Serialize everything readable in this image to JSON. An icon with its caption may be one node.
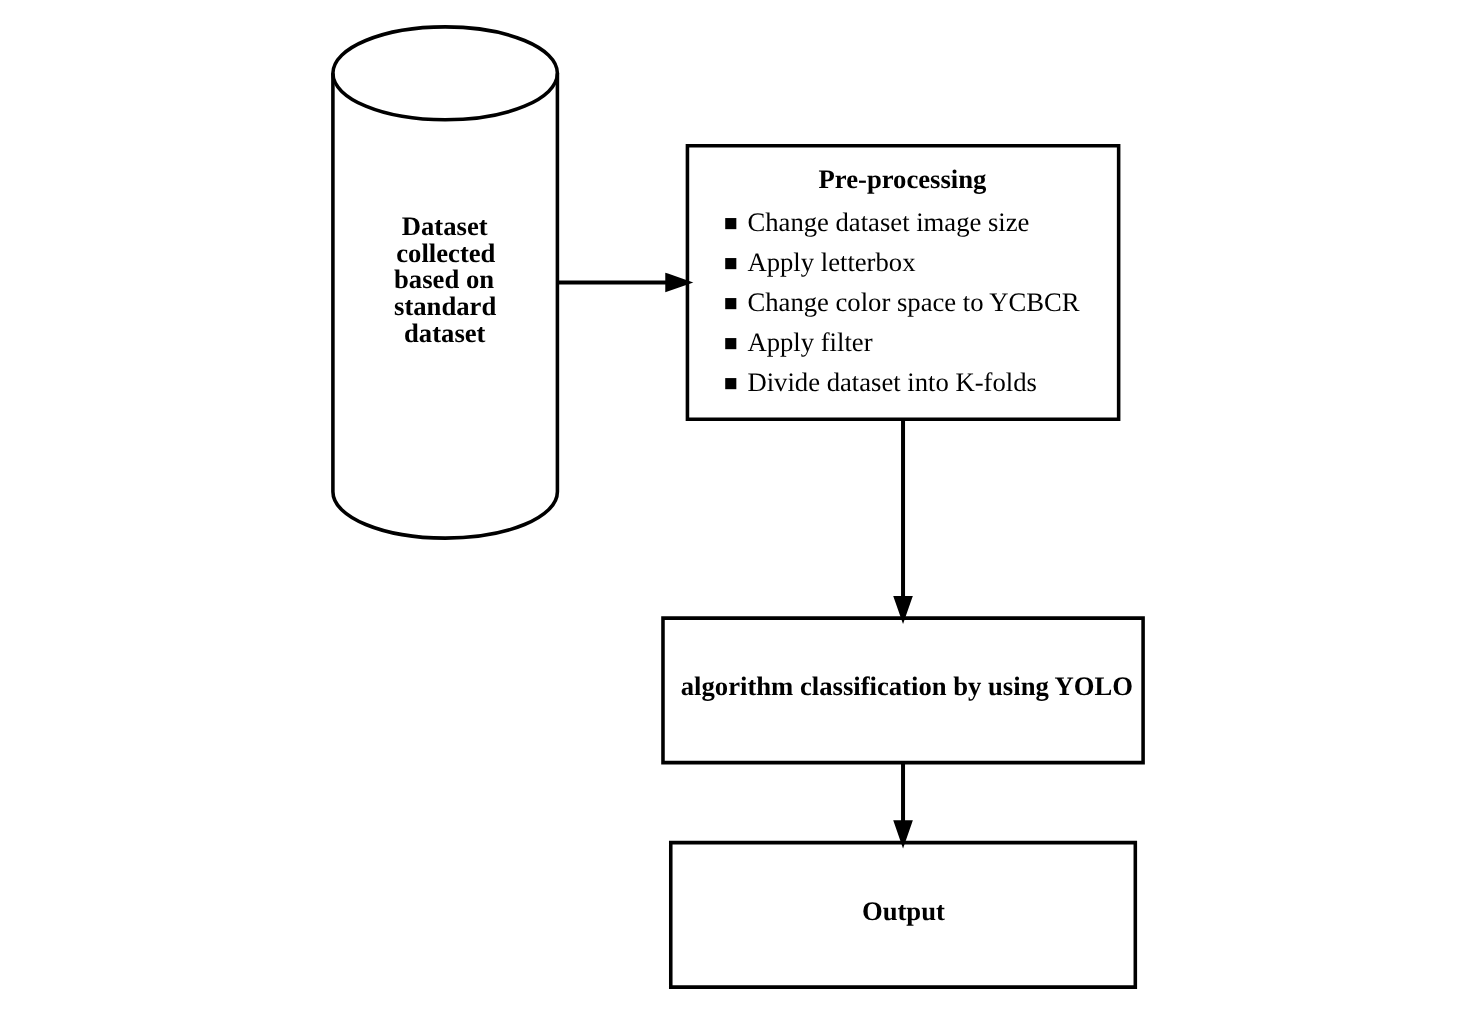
{
  "diagram": {
    "nodes": [
      {
        "text": [
          "Dataset collected based on standard dataset"
        ]
      },
      {
        "text": [
          "Pre-processing",
          "Change dataset image size",
          "Apply letterbox",
          "Change color space to YCBCR",
          "Apply filter",
          "Divide dataset into K-folds"
        ]
      },
      {
        "text": [
          "algorithm classification by using YOLO"
        ]
      },
      {
        "text": [
          "Output"
        ]
      }
    ],
    "edges": [
      {
        "from": 0,
        "to": 1,
        "arrow": "to"
      },
      {
        "from": 1,
        "to": 2,
        "arrow": "to"
      },
      {
        "from": 2,
        "to": 3,
        "arrow": "to"
      }
    ]
  }
}
